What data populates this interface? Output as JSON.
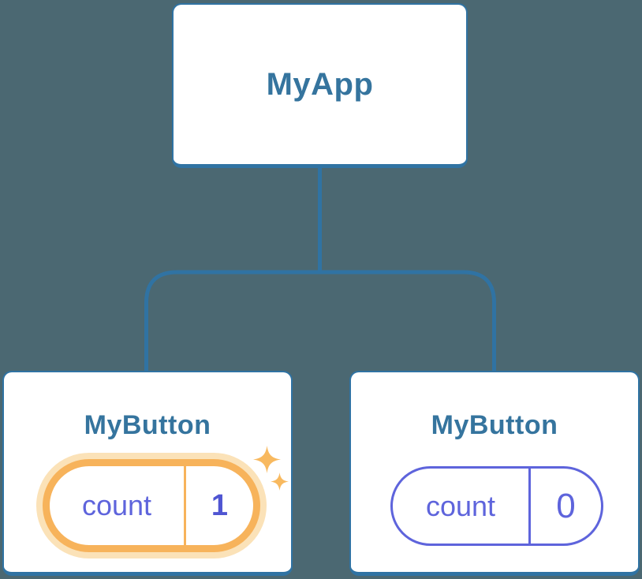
{
  "diagram": {
    "title": "react-component-tree-state",
    "root": {
      "label": "MyApp"
    },
    "children": [
      {
        "label": "MyButton",
        "state": {
          "key": "count",
          "value": "1"
        },
        "highlighted": true
      },
      {
        "label": "MyButton",
        "state": {
          "key": "count",
          "value": "0"
        },
        "highlighted": false
      }
    ]
  },
  "colors": {
    "background": "#4B6872",
    "node_fill": "#FFFFFF",
    "node_border": "#3073A3",
    "node_label": "#35749E",
    "connector": "#3073A3",
    "state_text": "#5E64DC",
    "state_value_highlight": "#4F55D2",
    "highlight_orange": "#F7B35B",
    "highlight_halo": "#FBE2B8",
    "sparkle": "#F8B95F"
  },
  "icons": {
    "sparkle_big": "four-point-star",
    "sparkle_small": "four-point-star"
  }
}
